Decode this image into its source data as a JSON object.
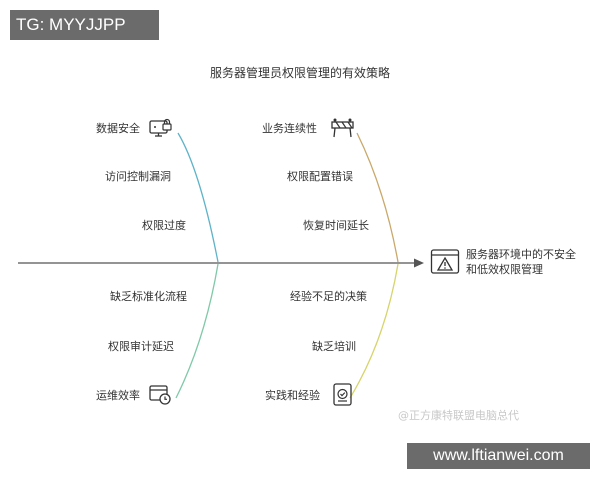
{
  "corner_tag": "TG: MYYJJPP",
  "title": "服务器管理员权限管理的有效策略",
  "head": {
    "text_line1": "服务器环境中的不安全",
    "text_line2": "和低效权限管理",
    "icon": "warning-icon"
  },
  "left_top": [
    "数据安全",
    "访问控制漏洞",
    "权限过度"
  ],
  "left_bottom": [
    "缺乏标准化流程",
    "权限审计延迟",
    "运维效率"
  ],
  "right_top": [
    "业务连续性",
    "权限配置错误",
    "恢复时间延长"
  ],
  "right_bottom": [
    "经验不足的决策",
    "缺乏培训",
    "实践和经验"
  ],
  "icons": {
    "data_security": "monitor-lock-icon",
    "ops_efficiency": "clock-window-icon",
    "business_continuity": "roadblock-icon",
    "practice_experience": "document-icon"
  },
  "watermark": "@正方康特联盟电脑总代",
  "url_tag": "www.lftianwei.com",
  "colors": {
    "spine": "#555555",
    "left_top_bone": "#5fb3c8",
    "left_bottom_bone": "#7fc9a8",
    "right_top_bone": "#c9a86a",
    "right_bottom_bone": "#d6d46a",
    "tag_bg": "#6b6b6b"
  }
}
